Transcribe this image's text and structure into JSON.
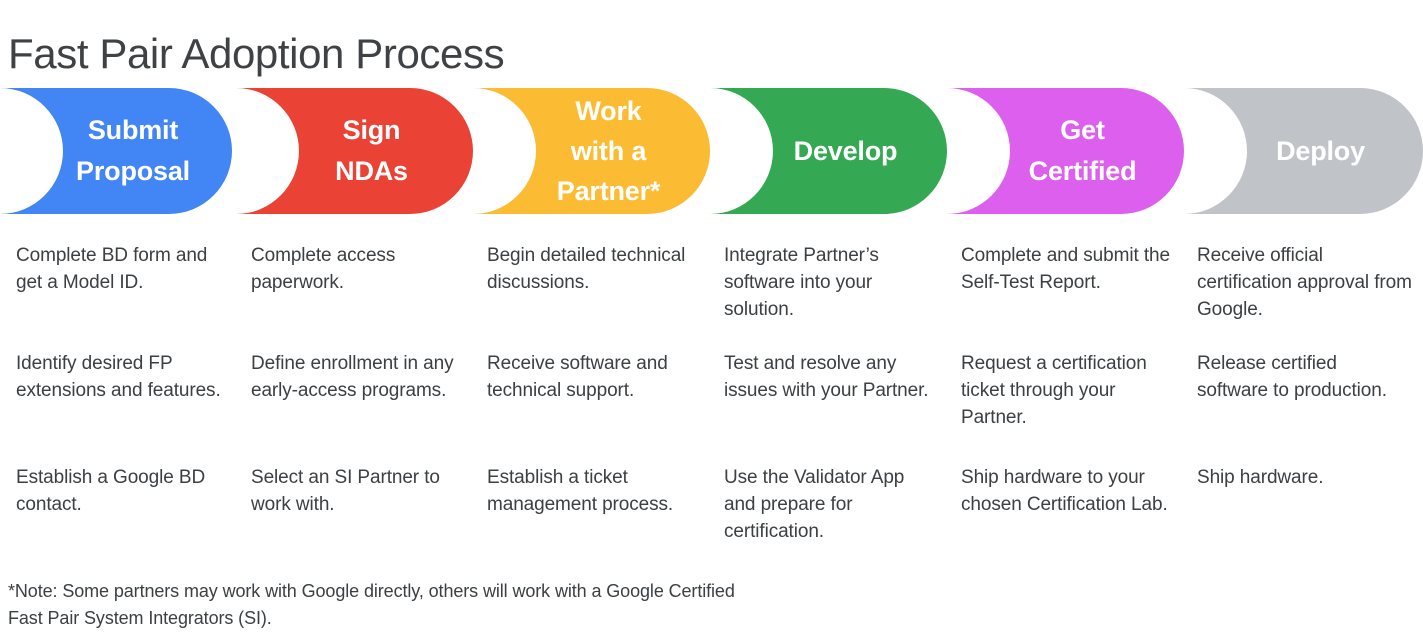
{
  "page": {
    "title": "Fast Pair Adoption Process",
    "footnote": "*Note: Some partners may work with Google directly, others will work with a Google Certified Fast Pair System Integrators (SI)."
  },
  "colors": {
    "title_text": "#3f4245",
    "body_text": "#3c4043",
    "background": "#ffffff",
    "stage_blue": "#4285F4",
    "stage_red": "#EA4335",
    "stage_yellow": "#FBBC34",
    "stage_green": "#34A853",
    "stage_magenta": "#DD5FEE",
    "stage_gray": "#C0C3C8"
  },
  "stages": [
    {
      "label": "Submit\nProposal",
      "color": "#4285F4",
      "name": "submit-proposal",
      "items": [
        "Complete BD form and get a Model ID.",
        "Identify desired FP extensions and features.",
        "Establish a Google BD contact."
      ]
    },
    {
      "label": "Sign\nNDAs",
      "color": "#EA4335",
      "name": "sign-ndas",
      "items": [
        "Complete access paperwork.",
        "Define enrollment in any early-access programs.",
        "Select an SI Partner to work with."
      ]
    },
    {
      "label": "Work\nwith a\nPartner*",
      "color": "#FBBC34",
      "name": "work-with-a-partner",
      "items": [
        "Begin detailed technical discussions.",
        "Receive software and technical support.",
        "Establish a ticket management process."
      ]
    },
    {
      "label": "Develop",
      "color": "#34A853",
      "name": "develop",
      "items": [
        "Integrate Partner’s software into your solution.",
        "Test and resolve any issues with your Partner.",
        "Use the Validator App and prepare for certification."
      ]
    },
    {
      "label": "Get\nCertified",
      "color": "#DD5FEE",
      "name": "get-certified",
      "items": [
        "Complete and submit the Self-Test Report.",
        "Request a certification ticket through your Partner.",
        "Ship hardware to your chosen Certification Lab."
      ]
    },
    {
      "label": "Deploy",
      "color": "#C0C3C8",
      "name": "deploy",
      "items": [
        "Receive official certification approval from Google.",
        "Release certified software to production.",
        "Ship hardware."
      ]
    }
  ]
}
